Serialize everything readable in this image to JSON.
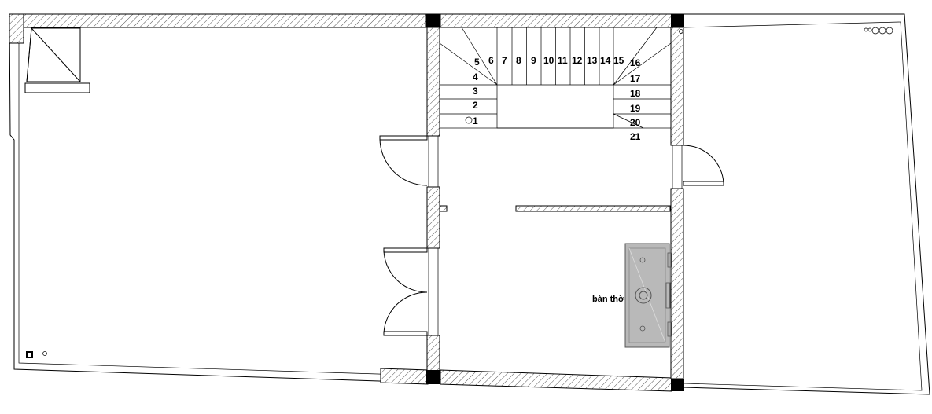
{
  "plan": {
    "stair_steps": [
      "1",
      "2",
      "3",
      "4",
      "5",
      "6",
      "7",
      "8",
      "9",
      "10",
      "11",
      "12",
      "13",
      "14",
      "15",
      "16",
      "17",
      "18",
      "19",
      "20",
      "21"
    ],
    "altar_label": "bàn thờ",
    "colors": {
      "line": "#000000",
      "hatch": "#555555",
      "altar_fill": "#b9b9b9",
      "background": "#ffffff"
    }
  }
}
